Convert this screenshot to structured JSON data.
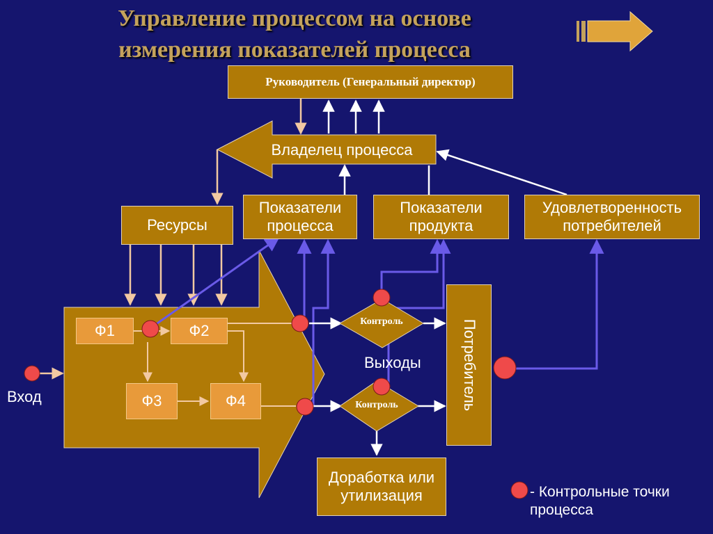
{
  "title": {
    "line1": "Управление процессом на основе",
    "line2": "измерения показателей процесса"
  },
  "nav": {
    "next_arrow_icon": "double-bar-right-arrow-icon"
  },
  "boxes": {
    "director": "Руководитель (Генеральный директор)",
    "owner": "Владелец процесса",
    "resources": "Ресурсы",
    "process_metrics": "Показатели процесса",
    "product_metrics": "Показатели продукта",
    "satisfaction": "Удовлетворенность потребителей",
    "consumer": "Потребитель",
    "rework": "Доработка или утилизация"
  },
  "functions": [
    "Ф1",
    "Ф2",
    "Ф3",
    "Ф4"
  ],
  "control_label": "Контроль",
  "labels": {
    "input": "Вход",
    "outputs": "Выходы"
  },
  "legend": {
    "text_line1": "- Контрольные точки",
    "text_line2": "процесса"
  },
  "colors": {
    "background": "#15156e",
    "box": "#b07a06",
    "function_box": "#e89a3a",
    "control_point": "#ef4a4a",
    "feedback_line": "#6a5ae8",
    "resource_arrow": "#f2c9a2",
    "title": "#c4a25c"
  }
}
